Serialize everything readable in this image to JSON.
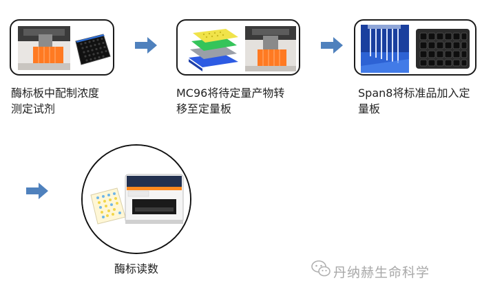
{
  "steps": [
    {
      "caption": "酶标板中配制浓度\n测定试剂"
    },
    {
      "caption": "MC96将待定量产物转\n移至定量板"
    },
    {
      "caption": "Span8将标准品加入定\n量板"
    },
    {
      "caption": "酶标读数"
    }
  ],
  "icons": {
    "arrow": "right-arrow-icon",
    "watermark": "wechat-icon"
  },
  "watermark": {
    "text": "丹纳赫生命科学"
  },
  "colors": {
    "arrow": "#4f81bd",
    "frame": "#1a1a1a",
    "caption": "#222222",
    "watermark": "#a8a8a8"
  }
}
